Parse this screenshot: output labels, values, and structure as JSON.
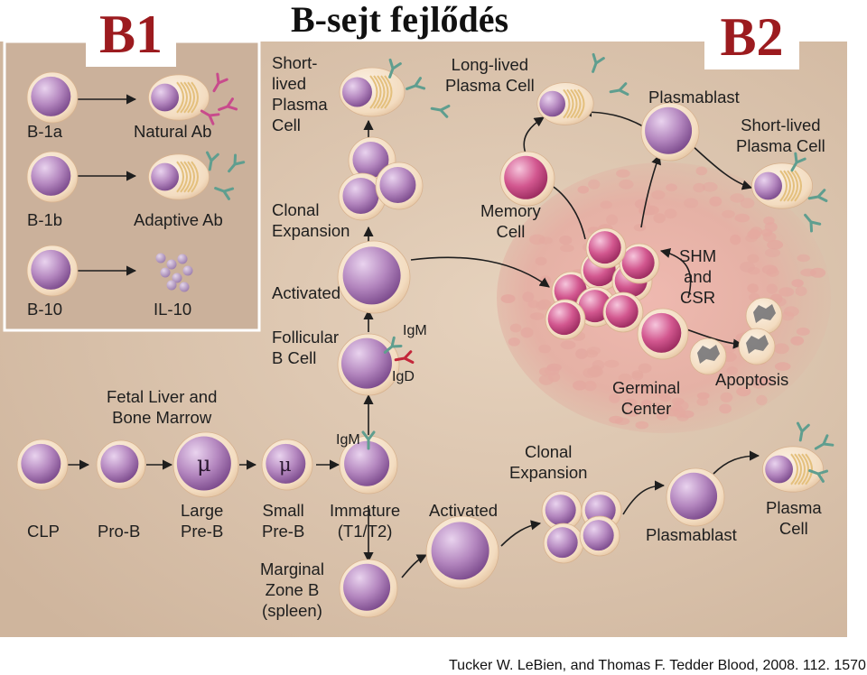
{
  "title": "B-sejt fejlődés",
  "badges": {
    "b1": "B1",
    "b2": "B2"
  },
  "citation": "Tucker W. LeBien, and Thomas F. Tedder Blood, 2008. 112. 1570.",
  "b1_panel": {
    "cells": [
      "B-1a",
      "B-1b",
      "B-10"
    ],
    "products": [
      "Natural Ab",
      "Adaptive Ab",
      "IL-10"
    ]
  },
  "development": {
    "heading": "Fetal Liver and\nBone Marrow",
    "stages": [
      "CLP",
      "Pro-B",
      "Large\nPre-B",
      "Small\nPre-B",
      "Immature\n(T1/T2)"
    ],
    "mu_symbol": "μ",
    "igm_label": "IgM"
  },
  "follicular_branch": {
    "follicular": "Follicular\nB Cell",
    "igm": "IgM",
    "igd": "IgD",
    "activated": "Activated",
    "clonal_expansion": "Clonal\nExpansion",
    "short_lived": "Short-\nlived\nPlasma\nCell"
  },
  "germinal": {
    "center": "Germinal\nCenter",
    "shm_csr": "SHM\nand\nCSR",
    "apoptosis": "Apoptosis",
    "memory": "Memory\nCell",
    "long_lived": "Long-lived\nPlasma Cell",
    "plasmablast": "Plasmablast",
    "short_lived": "Short-lived\nPlasma Cell"
  },
  "marginal_branch": {
    "marginal": "Marginal\nZone B\n(spleen)",
    "activated": "Activated",
    "clonal_expansion": "Clonal\nExpansion",
    "plasmablast": "Plasmablast",
    "plasma_cell": "Plasma\nCell"
  },
  "colors": {
    "background": "#d8c0aa",
    "panel": "#ccb29c",
    "cell_purple": "#9d68a8",
    "cell_pink": "#c43f7a",
    "cell_halo": "#f5e0c4",
    "antibody": "#5f9e8f",
    "igd": "#c3263a",
    "dark_red": "#9c1b1f"
  }
}
